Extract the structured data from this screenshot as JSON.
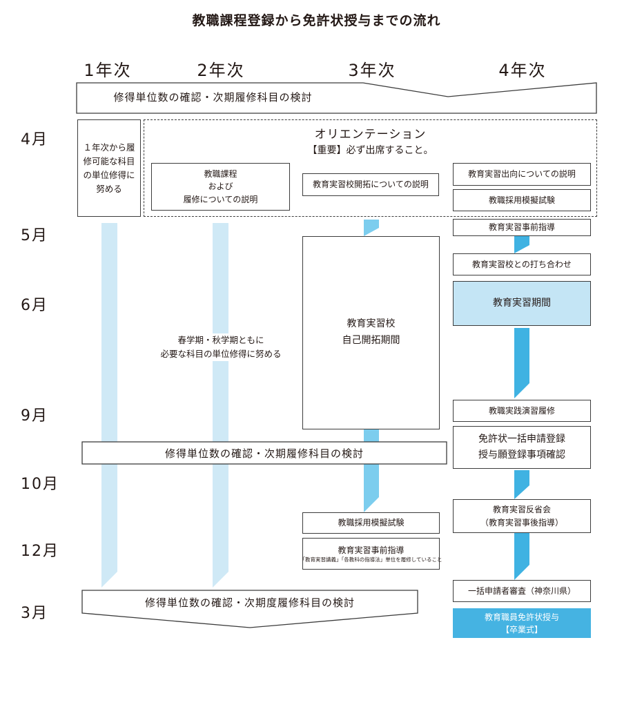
{
  "title": "教職課程登録から免許状授与までの流れ",
  "years": [
    "1年次",
    "2年次",
    "3年次",
    "4年次"
  ],
  "months": [
    "4月",
    "5月",
    "6月",
    "9月",
    "10月",
    "12月",
    "3月"
  ],
  "bands": {
    "top": "修得単位数の確認・次期履修科目の検討",
    "middle": "修得単位数の確認・次期履修科目の検討",
    "bottom": "修得単位数の確認・次期度履修科目の検討"
  },
  "orientation": {
    "heading": "オリエンテーション",
    "note": "【重要】必ず出席すること。"
  },
  "year1": {
    "box": "１年次から履\n修可能な科目\nの単位修得に\n努める"
  },
  "year2": {
    "box": "教職課程\nおよび\n履修についての説明",
    "note": "春学期・秋学期ともに\n必要な科目の単位修得に努める"
  },
  "year3": {
    "kaitaku": "教育実習校開拓についての説明",
    "jiko": "教育実習校\n自己開拓期間",
    "mogi": "教職採用模擬試験",
    "jizen_title": "教育実習事前指導",
    "jizen_note": "「教育実習講義」「各教科の指導法」単位を履修していること"
  },
  "year4": {
    "shukko": "教育実習出向についての説明",
    "mogi": "教職採用模擬試験",
    "jizen": "教育実習事前指導",
    "uchiawase": "教育実習校との打ち合わせ",
    "kikan": "教育実習期間",
    "jissen": "教職実践演習履修",
    "ikkatsu": "免許状一括申請登録\n授与願登録事項確認",
    "hansei": "教育実習反省会\n（教育実習事後指導）",
    "shinsa": "一括申請者審査（神奈川県）",
    "juyo": "教育職員免許状授与\n【卒業式】"
  },
  "colors": {
    "text": "#231815",
    "border": "#3b3b3b",
    "light_blue": "#cfe9f6",
    "mid_blue": "#7ccdee",
    "strong_blue": "#3fb2e2",
    "highlight_fill": "#c4e5f5",
    "final_fill": "#45b3e2"
  }
}
